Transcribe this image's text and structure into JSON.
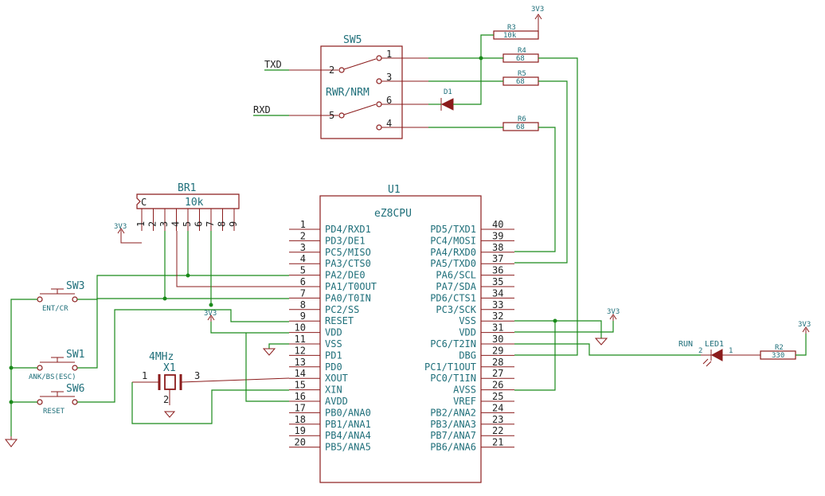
{
  "u1": {
    "ref": "U1",
    "value": "eZ8CPU",
    "left_pins": [
      {
        "num": "1",
        "name": "PD4/RXD1"
      },
      {
        "num": "2",
        "name": "PD3/DE1"
      },
      {
        "num": "3",
        "name": "PC5/MISO"
      },
      {
        "num": "4",
        "name": "PA3/CTS0"
      },
      {
        "num": "5",
        "name": "PA2/DE0"
      },
      {
        "num": "6",
        "name": "PA1/T0OUT"
      },
      {
        "num": "7",
        "name": "PA0/T0IN"
      },
      {
        "num": "8",
        "name": "PC2/SS"
      },
      {
        "num": "9",
        "name": "RESET"
      },
      {
        "num": "10",
        "name": "VDD"
      },
      {
        "num": "11",
        "name": "VSS"
      },
      {
        "num": "12",
        "name": "PD1"
      },
      {
        "num": "13",
        "name": "PD0"
      },
      {
        "num": "14",
        "name": "XOUT"
      },
      {
        "num": "15",
        "name": "XIN"
      },
      {
        "num": "16",
        "name": "AVDD"
      },
      {
        "num": "17",
        "name": "PB0/ANA0"
      },
      {
        "num": "18",
        "name": "PB1/ANA1"
      },
      {
        "num": "19",
        "name": "PB4/ANA4"
      },
      {
        "num": "20",
        "name": "PB5/ANA5"
      }
    ],
    "right_pins": [
      {
        "num": "40",
        "name": "PD5/TXD1"
      },
      {
        "num": "39",
        "name": "PC4/MOSI"
      },
      {
        "num": "38",
        "name": "PA4/RXD0"
      },
      {
        "num": "37",
        "name": "PA5/TXD0"
      },
      {
        "num": "36",
        "name": "PA6/SCL"
      },
      {
        "num": "35",
        "name": "PA7/SDA"
      },
      {
        "num": "34",
        "name": "PD6/CTS1"
      },
      {
        "num": "33",
        "name": "PC3/SCK"
      },
      {
        "num": "32",
        "name": "VSS"
      },
      {
        "num": "31",
        "name": "VDD"
      },
      {
        "num": "30",
        "name": "PC6/T2IN"
      },
      {
        "num": "29",
        "name": "DBG"
      },
      {
        "num": "28",
        "name": "PC1/T1OUT"
      },
      {
        "num": "27",
        "name": "PC0/T1IN"
      },
      {
        "num": "26",
        "name": "AVSS"
      },
      {
        "num": "25",
        "name": "VREF"
      },
      {
        "num": "24",
        "name": "PB2/ANA2"
      },
      {
        "num": "23",
        "name": "PB3/ANA3"
      },
      {
        "num": "22",
        "name": "PB7/ANA7"
      },
      {
        "num": "21",
        "name": "PB6/ANA6"
      }
    ]
  },
  "sw5": {
    "ref": "SW5",
    "value": "RWR/NRM",
    "pins": {
      "p1": "1",
      "p2": "2",
      "p3": "3",
      "p4": "4",
      "p5": "5",
      "p6": "6"
    }
  },
  "nets": {
    "txd": "TXD",
    "rxd": "RXD"
  },
  "resistors": {
    "r3": {
      "ref": "R3",
      "value": "10k"
    },
    "r4": {
      "ref": "R4",
      "value": "68"
    },
    "r5": {
      "ref": "R5",
      "value": "68"
    },
    "r6": {
      "ref": "R6",
      "value": "68"
    },
    "r2": {
      "ref": "R2",
      "value": "330"
    }
  },
  "d1": {
    "ref": "D1"
  },
  "br1": {
    "ref": "BR1",
    "value": "10k",
    "common": "C",
    "pins": [
      "1",
      "2",
      "3",
      "4",
      "5",
      "6",
      "7",
      "8",
      "9"
    ]
  },
  "switches": {
    "sw3": {
      "ref": "SW3",
      "value": "ENT/CR"
    },
    "sw1": {
      "ref": "SW1",
      "value": "ANK/BS(ESC)"
    },
    "sw6": {
      "ref": "SW6",
      "value": "RESET"
    }
  },
  "x1": {
    "ref": "X1",
    "value": "4MHz",
    "p1": "1",
    "p2": "2",
    "p3": "3"
  },
  "led1": {
    "ref": "LED1",
    "value": "RUN",
    "p1": "1",
    "p2": "2"
  },
  "power": {
    "p1": "3V3",
    "p2": "3V3",
    "p3": "3V3",
    "p4": "3V3",
    "p5": "3V3"
  },
  "colors": {
    "component": "#8b1c1c",
    "wire": "#1a8a1a",
    "label": "#1f6f7a"
  }
}
